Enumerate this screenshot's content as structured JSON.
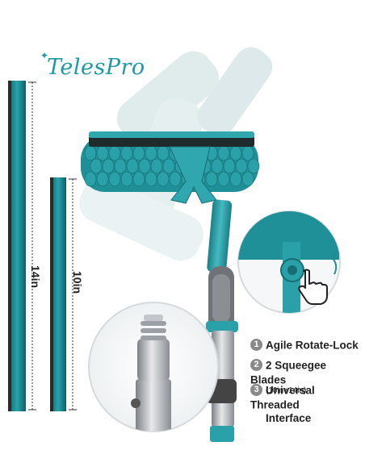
{
  "brand": {
    "logo_text": "TelesPro"
  },
  "dimensions": {
    "long_label": "14in",
    "short_label": "10in"
  },
  "features": [
    {
      "number": "1",
      "title": "Agile Rotate-Lock",
      "subtitle": ""
    },
    {
      "number": "2",
      "title": "2 Squeegee Blades",
      "subtitle": "(10in+14in)"
    },
    {
      "number": "3",
      "title": "Universal Threaded",
      "title_line2": "Interface",
      "subtitle": ""
    }
  ],
  "colors": {
    "teal": "#1e8e96",
    "teal_dark": "#136e75",
    "gray_handle": "#6f7378",
    "brand": "#1e9aa6"
  }
}
